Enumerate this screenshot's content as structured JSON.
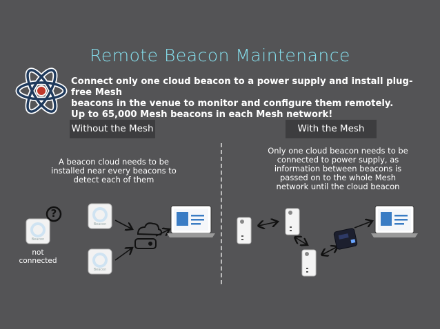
{
  "title": "Remote Beacon Maintenance",
  "intro": {
    "line1": "Connect only one cloud beacon to a power supply and install plug-free Mesh",
    "line2": "beacons in the venue to monitor and configure them remotely.",
    "line3": "Up to 65,000 Mesh beacons in each Mesh network!"
  },
  "left": {
    "tab": "Without the Mesh",
    "desc": [
      "A beacon cloud needs to be",
      "installed near every beacons to",
      "detect each of them"
    ],
    "question_mark": "?",
    "not_connected": [
      "not",
      "connected"
    ],
    "beacon_label": "Beacon"
  },
  "right": {
    "tab": "With the Mesh",
    "desc": [
      "Only one cloud beacon needs to be",
      "connected to power supply, as",
      "information between beacons is",
      "passed on to the whole Mesh",
      "network until the cloud beacon"
    ]
  },
  "colors": {
    "background": "#545456",
    "title": "#86e0ee",
    "tab": "#3d3d3f",
    "screen": "#3a7cc4",
    "atom_ring": "#1f3a5c"
  },
  "icons": [
    "atom-icon",
    "beacon-icon",
    "cloud-hub-icon",
    "laptop-icon",
    "mesh-beacon-icon",
    "cloud-beacon-device-icon",
    "bidirectional-arrow-icon",
    "question-icon"
  ]
}
